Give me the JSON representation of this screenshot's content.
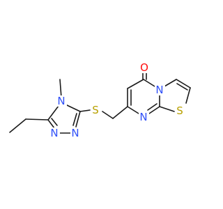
{
  "molecule": {
    "atoms": {
      "o_label": "O",
      "n_bridge_label": "N",
      "n_ring_label": "N",
      "s_thiazole_label": "S",
      "s_thioether_label": "S",
      "n_triazole_top_label": "N",
      "n_triazole_bl_label": "N",
      "n_triazole_br_label": "N"
    },
    "colors": {
      "bond": "#1a1a1a",
      "oxygen": "#ff0d0d",
      "nitrogen": "#3050f8",
      "sulfur": "#b8a000"
    }
  }
}
